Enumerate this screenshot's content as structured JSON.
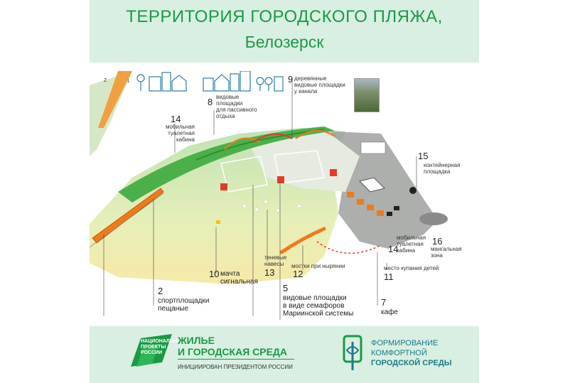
{
  "header": {
    "title_line1": "ТЕРРИТОРИЯ ГОРОДСКОГО ПЛЯЖА,",
    "title_line2": "Белозерск"
  },
  "map": {
    "numbers": {
      "n_left": "2",
      "n_left_small": "1",
      "n14a": "14",
      "n8": "8",
      "n9": "9",
      "n15": "15",
      "n16": "16",
      "n14b": "14",
      "n10": "10",
      "n13": "13",
      "n12": "12",
      "n11": "11",
      "n2": "2",
      "n5": "5",
      "n7": "7"
    },
    "labels": {
      "toilet1": [
        "мобильная",
        "туалетная",
        "кабина"
      ],
      "view_passive": [
        "видовые",
        "площадки",
        "для пассивного",
        "отдыха"
      ],
      "wooden_view": [
        "деревянные",
        "видовые площадки",
        "у канала"
      ],
      "container": [
        "контейнерная",
        "площадка"
      ],
      "toilet2": [
        "мобильная",
        "туалетная",
        "кабина"
      ],
      "bbq": [
        "мангальная",
        "зона"
      ],
      "kids_bathing": "место купания детей",
      "diving": "мостки при нырянии",
      "shade": [
        "теневые",
        "навесы"
      ],
      "mast": [
        "мачта",
        "сигнальная"
      ],
      "sport": [
        "спортплощадки",
        "пещаные"
      ],
      "semaphore": [
        "видовые площадки",
        "в виде семафоров",
        "Мариинской системы"
      ],
      "cafe": "кафе"
    }
  },
  "footer": {
    "np_logo_lines": [
      "НАЦИОНАЛЬНЫЕ",
      "ПРОЕКТЫ",
      "РОССИИ"
    ],
    "zh_line1": "ЖИЛЬЕ",
    "zh_line2": "И ГОРОДСКАЯ СРЕДА",
    "zh_sub": "ИНИЦИИРОВАН ПРЕЗИДЕНТОМ РОССИИ",
    "fk_line1": "ФОРМИРОВАНИЕ",
    "fk_line2": "КОМФОРТНОЙ",
    "fk_line3": "ГОРОДСКОЙ СРЕДЫ"
  },
  "colors": {
    "brand_green": "#1a9a45",
    "header_bg": "#d9efe2",
    "accent_orange": "#f07a1a",
    "accent_red": "#e53a2a"
  }
}
